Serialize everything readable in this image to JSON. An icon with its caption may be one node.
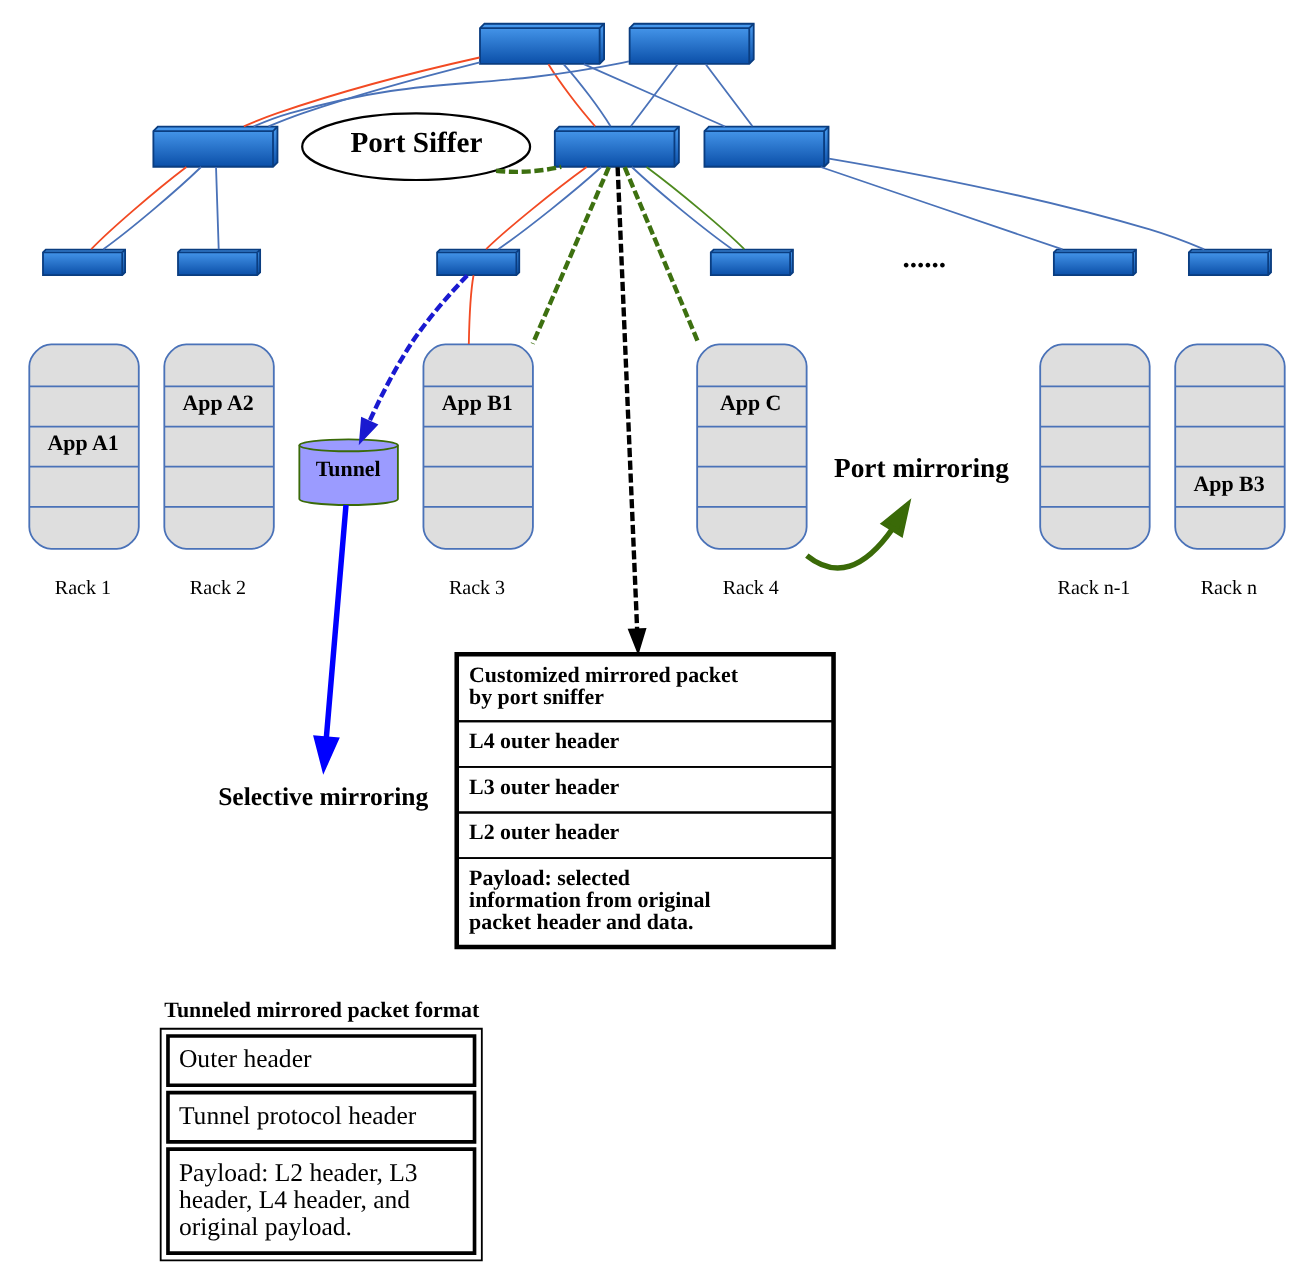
{
  "diagram": {
    "nodes": [
      {
        "text": [],
        "shape": "picture"
      },
      {
        "text": [],
        "shape": "picture"
      },
      {
        "text": [],
        "shape": "picture"
      },
      {
        "text": [],
        "shape": "picture"
      },
      {
        "text": [],
        "shape": "picture"
      },
      {
        "text": [
          "Port Siffer"
        ]
      },
      {
        "text": [],
        "shape": "picture"
      },
      {
        "text": [],
        "shape": "picture"
      },
      {
        "text": [],
        "shape": "picture"
      },
      {
        "text": [],
        "shape": "picture"
      },
      {
        "text": [],
        "shape": "picture"
      },
      {
        "text": [],
        "shape": "picture"
      },
      {
        "text": [
          "App A1"
        ],
        "beside": [
          "Rack 1"
        ]
      },
      {
        "text": [
          "App A2"
        ],
        "beside": [
          "Rack 2"
        ]
      },
      {
        "text": [
          "App B1"
        ],
        "beside": [
          "Rack 3"
        ]
      },
      {
        "text": [
          "Tunnel"
        ]
      },
      {
        "text": [
          "App C"
        ],
        "beside": [
          "Rack 4"
        ]
      },
      {
        "text": [
          "Port mirroring"
        ]
      },
      {
        "text": [],
        "shape": "box",
        "beside": [
          "Rack n-1"
        ]
      },
      {
        "text": [
          "App B3"
        ],
        "beside": [
          "Rack n"
        ]
      },
      {
        "text": [
          "Selective mirroring"
        ]
      },
      {
        "text": [
          "Tunneled mirrored packet format",
          "Outer header",
          "Tunnel protocol header",
          "Payload: L2 header, L3 header, L4 header, and original payload."
        ]
      },
      {
        "text": [
          "Customized mirrored packet by port sniffer",
          "L4 outer header",
          "L3 outer header",
          "L2 outer header",
          "Payload: selected information from original packet header and data."
        ]
      }
    ],
    "edges": [
      {
        "from": 0,
        "to": 2,
        "arrow": "none",
        "color": "#f24a23"
      },
      {
        "from": 0,
        "to": 2,
        "arrow": "none"
      },
      {
        "from": 1,
        "to": 2,
        "arrow": "none"
      },
      {
        "from": 0,
        "to": 3,
        "arrow": "none",
        "color": "#f24a23"
      },
      {
        "from": 0,
        "to": 3,
        "arrow": "none"
      },
      {
        "from": 1,
        "to": 3,
        "arrow": "none"
      },
      {
        "from": 0,
        "to": 4,
        "arrow": "none"
      },
      {
        "from": 1,
        "to": 4,
        "arrow": "none"
      },
      {
        "from": 2,
        "to": 6,
        "arrow": "none",
        "color": "#f24a23"
      },
      {
        "from": 2,
        "to": 6,
        "arrow": "none"
      },
      {
        "from": 2,
        "to": 7,
        "arrow": "none"
      },
      {
        "from": 3,
        "to": 8,
        "arrow": "none",
        "color": "#f24a23"
      },
      {
        "from": 3,
        "to": 8,
        "arrow": "none"
      },
      {
        "from": 3,
        "to": 9,
        "arrow": "none"
      },
      {
        "from": 4,
        "to": 10,
        "arrow": "none"
      },
      {
        "from": 4,
        "to": 11,
        "arrow": "none"
      },
      {
        "from": 8,
        "to": 14,
        "arrow": "none",
        "color": "#f24a23"
      },
      {
        "from": 3,
        "to": 9,
        "arrow": "none",
        "color": "#4e8a1f"
      },
      {
        "from": 5,
        "to": 3,
        "arrow": "none",
        "style": "dashed",
        "color": "#3d7010"
      },
      {
        "from": 3,
        "to": 14,
        "arrow": "none",
        "style": "dashed",
        "color": "#3d7010"
      },
      {
        "from": 3,
        "to": 16,
        "arrow": "none",
        "style": "dashed",
        "color": "#3d7010"
      },
      {
        "from": 16,
        "to": 17,
        "arrow": "to",
        "style": "thick",
        "color": "#3a6a08"
      },
      {
        "from": 8,
        "to": 15,
        "arrow": "to",
        "style": "dashed",
        "color": "#1a1ad0"
      },
      {
        "from": 15,
        "to": 20,
        "arrow": "to",
        "style": "thick",
        "color": "#0000ff"
      },
      {
        "from": 3,
        "to": 22,
        "arrow": "to",
        "style": "dashed",
        "color": "#000000"
      }
    ],
    "labels": [
      "......"
    ]
  }
}
